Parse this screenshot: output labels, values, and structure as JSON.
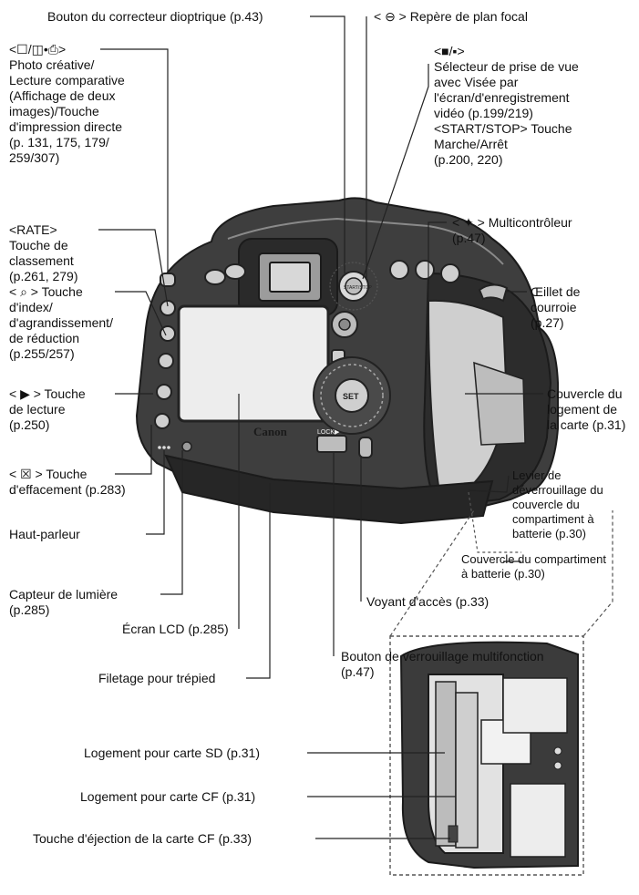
{
  "labels": {
    "dioptric": "Bouton du correcteur dioptrique (p.43)",
    "focal_plane": "< ⊖ > Repère de plan focal",
    "creative": "<☐/◫•⎙>\nPhoto créative/\nLecture comparative\n(Affichage de deux\nimages)/Touche\nd'impression directe\n(p. 131, 175, 179/\n259/307)",
    "live_view": "<■/▪>\nSélecteur de prise de vue\navec Visée par\nl'écran/d'enregistrement\nvidéo (p.199/219)\n<START/STOP> Touche\nMarche/Arrêt\n(p.200, 220)",
    "rate": "<RATE>\nTouche de\nclassement\n(p.261, 279)",
    "multicontroller": "< ✦ > Multicontrôleur\n(p.47)",
    "index": "< ⌕ > Touche\nd'index/\nd'agrandissement/\nde réduction\n(p.255/257)",
    "strap": "Œillet de\ncourroie\n(p.27)",
    "playback": "< ▶ > Touche\nde lecture\n(p.250)",
    "card_cover": "Couvercle du\nlogement de\nla carte (p.31)",
    "erase": "< ☒ > Touche\nd'effacement (p.283)",
    "battery_release": "Levier de\ndéverrouillage du\ncouvercle du\ncompartiment à\nbatterie (p.30)",
    "speaker": "Haut-parleur",
    "battery_cover": "Couvercle du compartiment\nà batterie (p.30)",
    "light_sensor": "Capteur de lumière\n(p.285)",
    "access_lamp": "Voyant d'accès (p.33)",
    "lcd": "Écran LCD (p.285)",
    "lock": "Bouton de verrouillage multifonction\n(p.47)",
    "tripod": "Filetage pour trépied",
    "sd_slot": "Logement pour carte SD (p.31)",
    "cf_slot": "Logement pour carte CF (p.31)",
    "cf_eject": "Touche d'éjection de la carte CF (p.33)"
  },
  "camera": {
    "brand": "Canon",
    "set_label": "SET",
    "lock_label": "LOCK▶",
    "start_stop_label": "START/STOP"
  }
}
